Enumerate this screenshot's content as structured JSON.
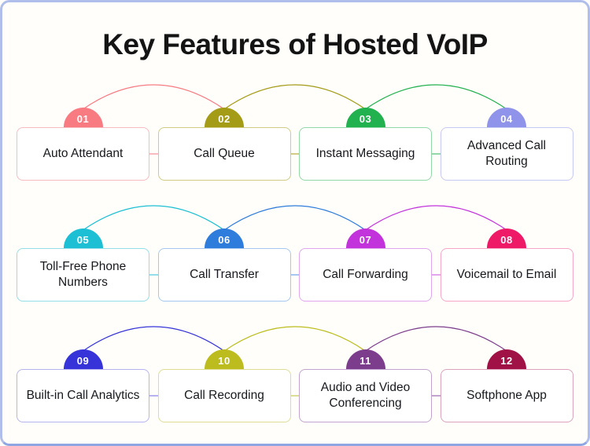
{
  "page": {
    "title": "Key Features of Hosted VoIP",
    "background": "#FFFEFA",
    "border_color": "#AFBEEB",
    "border_bottom_color": "#8FA6E2",
    "card_background": "#FFFFFF",
    "text_color": "#16181D",
    "badge_text_color": "#FFFFFF"
  },
  "features": [
    {
      "number": "01",
      "label": "Auto Attendant",
      "badge_color": "#F87B82",
      "tint_color": "#F8BCC0"
    },
    {
      "number": "02",
      "label": "Call Queue",
      "badge_color": "#A49B17",
      "tint_color": "#D2CB85"
    },
    {
      "number": "03",
      "label": "Instant Messaging",
      "badge_color": "#21B14E",
      "tint_color": "#93D8A7"
    },
    {
      "number": "04",
      "label": "Advanced Call Routing",
      "badge_color": "#8F93E9",
      "tint_color": "#C6C9F4"
    },
    {
      "number": "05",
      "label": "Toll-Free Phone Numbers",
      "badge_color": "#1CBFD3",
      "tint_color": "#93DEE8"
    },
    {
      "number": "06",
      "label": "Call Transfer",
      "badge_color": "#2E7CDB",
      "tint_color": "#A6C8F0"
    },
    {
      "number": "07",
      "label": "Call Forwarding",
      "badge_color": "#C233DC",
      "tint_color": "#E2A6EE"
    },
    {
      "number": "08",
      "label": "Voicemail to Email",
      "badge_color": "#EE1A68",
      "tint_color": "#F7A6C8"
    },
    {
      "number": "09",
      "label": "Built-in Call Analytics",
      "badge_color": "#3634D9",
      "tint_color": "#B5B4F0"
    },
    {
      "number": "10",
      "label": "Call Recording",
      "badge_color": "#BCBC1F",
      "tint_color": "#DEDD95"
    },
    {
      "number": "11",
      "label": "Audio and Video Conferencing",
      "badge_color": "#7C3D8C",
      "tint_color": "#C3A3D0"
    },
    {
      "number": "12",
      "label": "Softphone App",
      "badge_color": "#A01245",
      "tint_color": "#DCA3BC"
    }
  ]
}
